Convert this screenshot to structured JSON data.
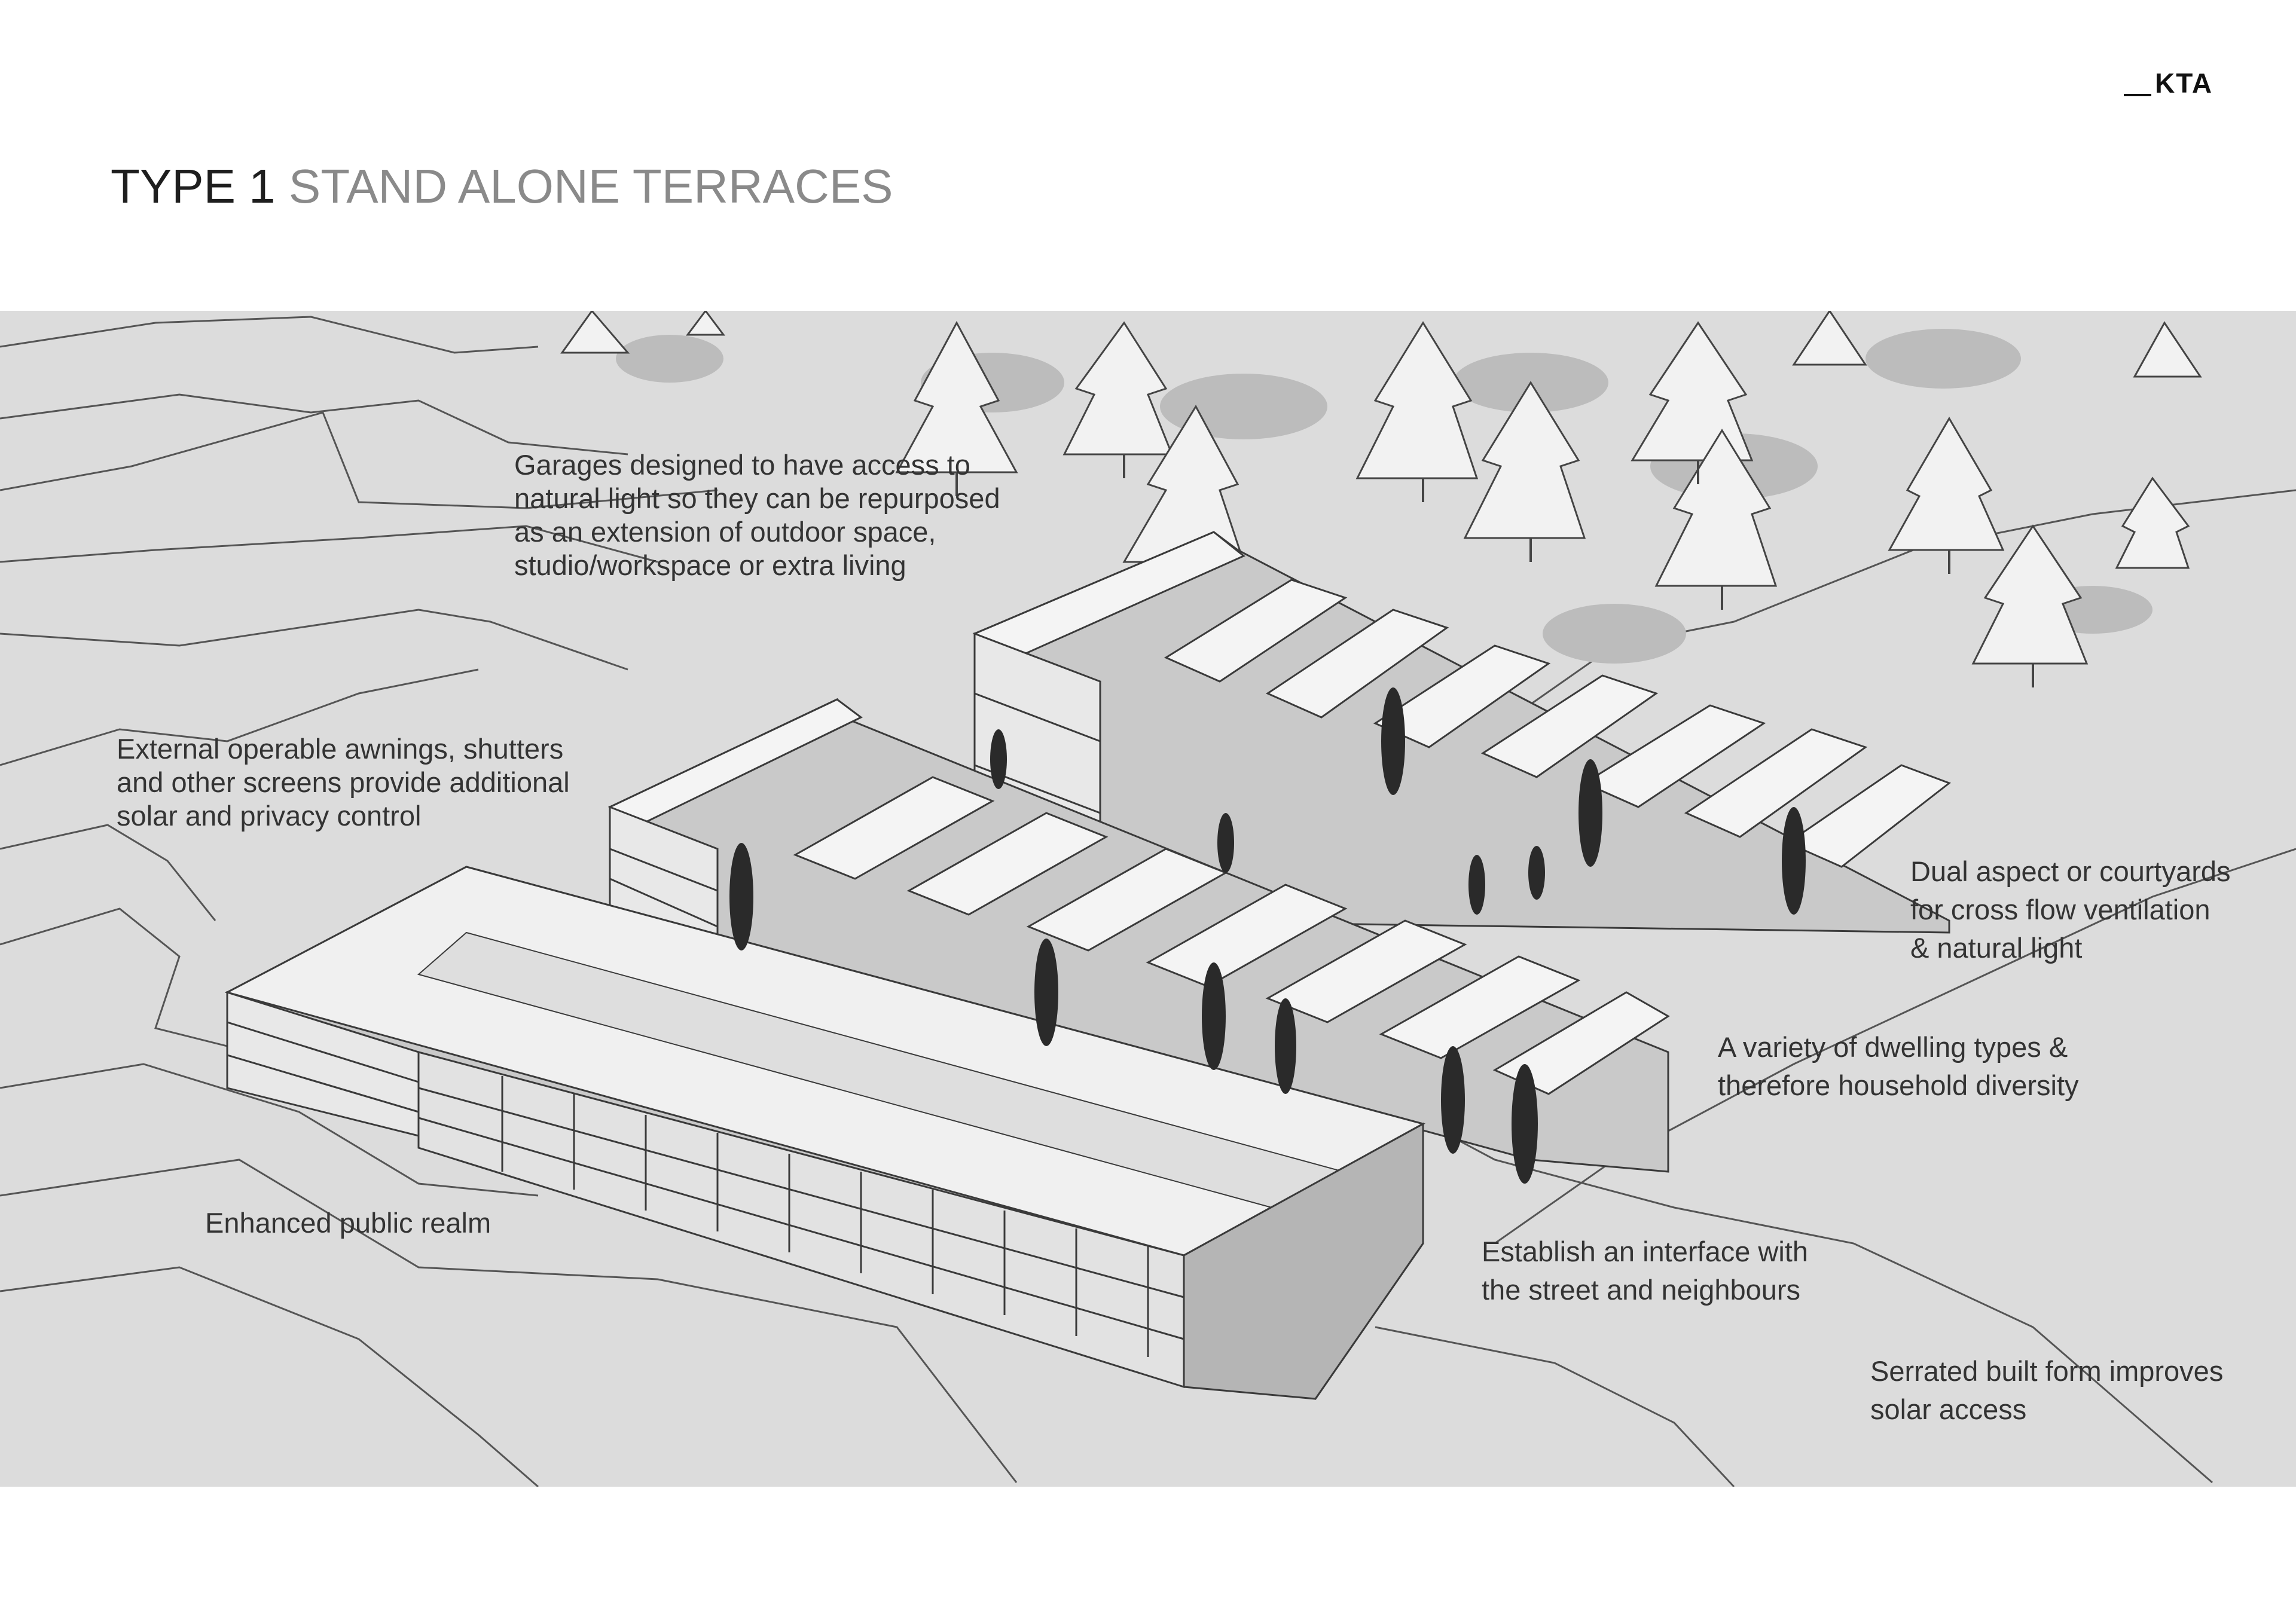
{
  "header": {
    "logo": "KTA",
    "title_type": "TYPE 1",
    "title_name": "STAND ALONE TERRACES"
  },
  "annotations": {
    "garages": "Garages designed to have access to\nnatural light so they can be repurposed\nas an extension of outdoor space,\nstudio/workspace or extra living",
    "awnings": "External operable awnings, shutters\nand other screens provide additional\nsolar and privacy control",
    "dual_aspect": "Dual aspect or courtyards\nfor cross flow ventilation\n& natural light",
    "dwelling_types": "A variety of dwelling types &\ntherefore household diversity",
    "public_realm": "Enhanced public realm",
    "interface": "Establish an interface with\nthe street and neighbours",
    "serrated": "Serrated built form improves\nsolar access"
  },
  "colors": {
    "ground": "#dcdcdc",
    "building_top": "#f4f4f4",
    "building_side": "#c9c9c9",
    "outline": "#3a3a3a",
    "tree": "#f0f0f0",
    "shadow": "#b8b8b8"
  }
}
